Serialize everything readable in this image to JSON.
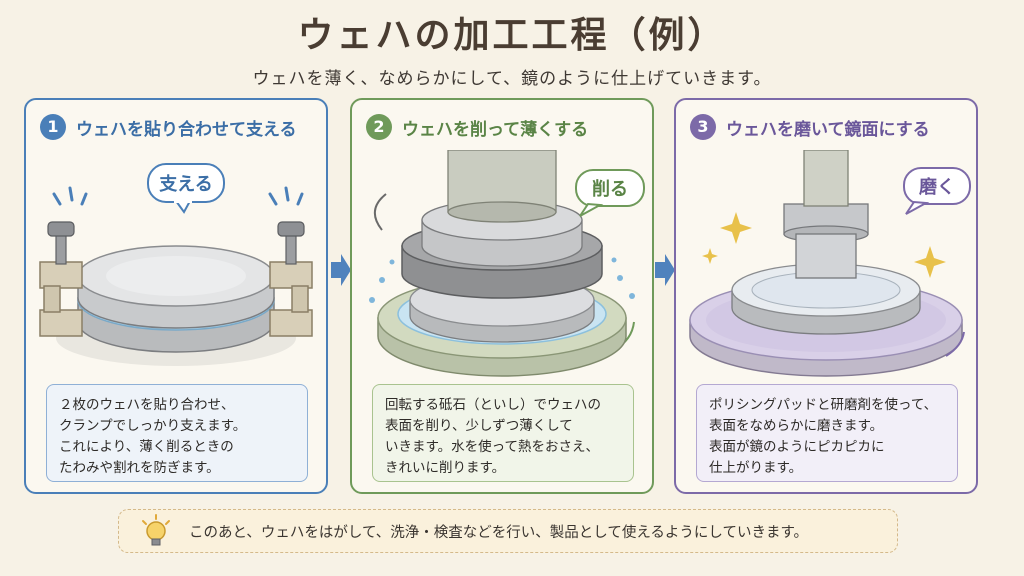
{
  "title": "ウェハの加工工程（例）",
  "subtitle": "ウェハを薄く、なめらかにして、鏡のように仕上げていきます。",
  "panels": [
    {
      "number": "1",
      "heading": "ウェハを貼り合わせて支える",
      "bubble": "支える",
      "color": "#4a7fb8",
      "lines": [
        "２枚のウェハを貼り合わせ、",
        "クランプでしっかり支えます。",
        "これにより、薄く削るときの",
        "たわみや割れを防ぎます。"
      ]
    },
    {
      "number": "2",
      "heading": "ウェハを削って薄くする",
      "bubble": "削る",
      "color": "#6f9a5a",
      "lines": [
        "回転する砥石（といし）でウェハの",
        "表面を削り、少しずつ薄くして",
        "いきます。水を使って熱をおさえ、",
        "きれいに削ります。"
      ]
    },
    {
      "number": "3",
      "heading": "ウェハを磨いて鏡面にする",
      "bubble": "磨く",
      "color": "#7c6aa8",
      "lines": [
        "ポリシングパッドと研磨剤を使って、",
        "表面をなめらかに磨きます。",
        "表面が鏡のようにピカピカに",
        "仕上がります。"
      ]
    }
  ],
  "footer": "このあと、ウェハをはがして、洗浄・検査などを行い、製品として使えるようにしていきます。",
  "colors": {
    "arrow": "#4f82bd",
    "background": "#f7f2e6"
  }
}
